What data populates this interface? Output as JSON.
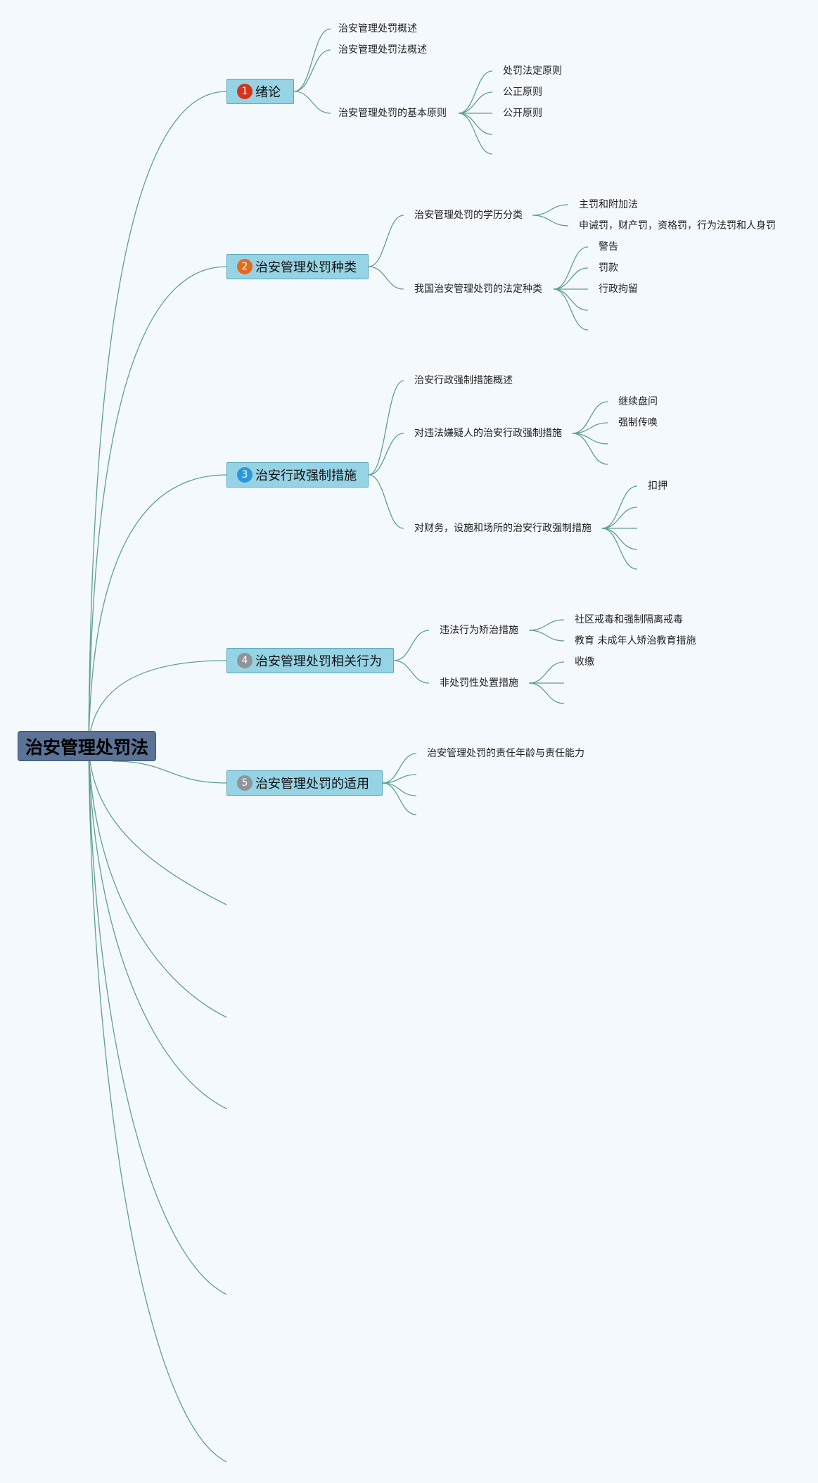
{
  "root": {
    "label": "治安管理处罚法"
  },
  "topics": [
    {
      "num": "1",
      "badge_color": "#d2341c",
      "label": "绪论",
      "children": [
        {
          "label": "治安管理处罚概述",
          "children": []
        },
        {
          "label": "治安管理处罚法概述",
          "children": []
        },
        {
          "label": "治安管理处罚的基本原则",
          "children": [
            "处罚法定原则",
            "公正原则",
            "公开原则",
            ""
          ]
        }
      ]
    },
    {
      "num": "2",
      "badge_color": "#e36a1f",
      "label": "治安管理处罚种类",
      "children": [
        {
          "label": "治安管理处罚的学历分类",
          "children": [
            "主罚和附加法",
            "申诫罚，财产罚，资格罚，行为法罚和人身罚"
          ]
        },
        {
          "label": "我国治安管理处罚的法定种类",
          "children": [
            "警告",
            "罚款",
            "行政拘留",
            "",
            ""
          ]
        }
      ]
    },
    {
      "num": "3",
      "badge_color": "#2c97db",
      "label": "治安行政强制措施",
      "children": [
        {
          "label": "治安行政强制措施概述",
          "children": []
        },
        {
          "label": "对违法嫌疑人的治安行政强制措施",
          "children": [
            "继续盘问",
            "强制传唤",
            "",
            ""
          ]
        },
        {
          "label": "对财务，设施和场所的治安行政强制措施",
          "children": [
            "扣押",
            "",
            "",
            "",
            ""
          ]
        }
      ]
    },
    {
      "num": "4",
      "badge_color": "#8e9498",
      "label": "治安管理处罚相关行为",
      "children": [
        {
          "label": "违法行为矫治措施",
          "children": [
            "社区戒毒和强制隔离戒毒",
            "教育 未成年人矫治教育措施"
          ]
        },
        {
          "label": "非处罚性处置措施",
          "children": [
            "收缴",
            "",
            ""
          ]
        }
      ]
    },
    {
      "num": "5",
      "badge_color": "#8e9498",
      "label": "治安管理处罚的适用",
      "children": [
        {
          "label": "治安管理处罚的责任年龄与责任能力",
          "children": []
        },
        {
          "label": "",
          "children": []
        },
        {
          "label": "",
          "children": []
        },
        {
          "label": "",
          "children": []
        }
      ]
    }
  ]
}
